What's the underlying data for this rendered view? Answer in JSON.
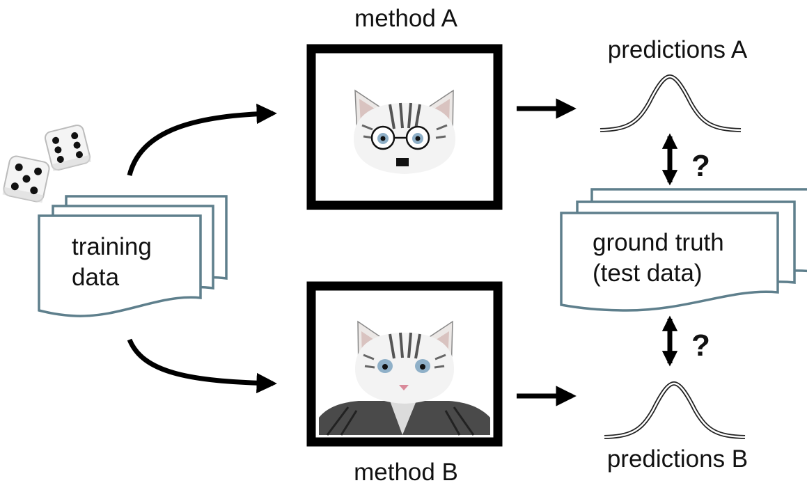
{
  "labels": {
    "method_a": "method A",
    "method_b": "method B",
    "predictions_a": "predictions A",
    "predictions_b": "predictions B",
    "training_line1": "training",
    "training_line2": "data",
    "ground_line1": "ground truth",
    "ground_line2": "(test data)",
    "question_top": "?",
    "question_bottom": "?"
  },
  "colors": {
    "doc_stroke": "#5e7f8c",
    "frame": "#000000",
    "curve": "#222222",
    "text": "#111111"
  },
  "icons": [
    "dice-icon",
    "cat-glasses-image",
    "cat-judge-image",
    "gaussian-curve-icon"
  ]
}
